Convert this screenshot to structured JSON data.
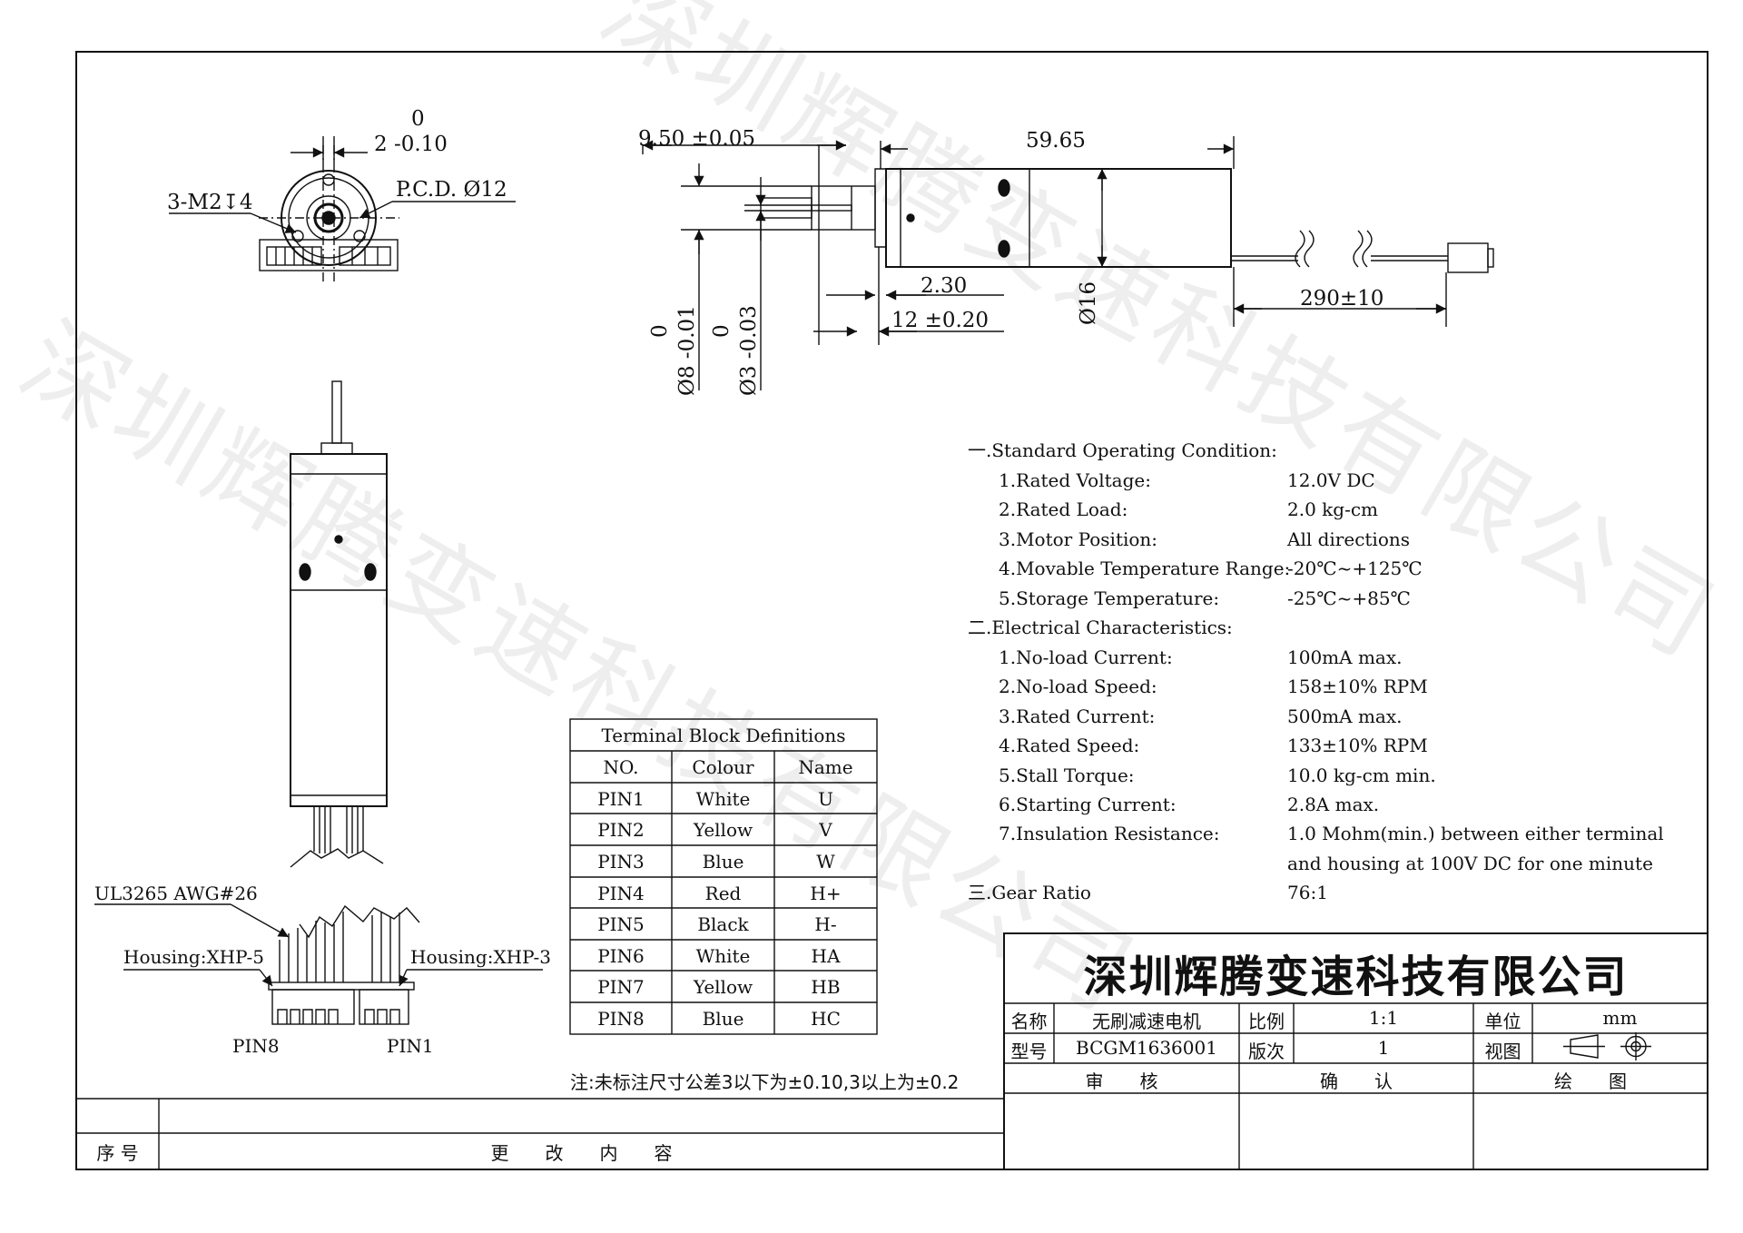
{
  "watermark": "深圳辉腾变速科技有限公司",
  "dimensions": {
    "slot_tol_upper": "0",
    "slot_width": "2 -0.10",
    "pcd": "P.C.D. Ø12",
    "screw_holes": "3-M2↧4",
    "shaft_length": "9.50 ±0.05",
    "body_length": "59.65",
    "flange_len": "2.30",
    "boss_len": "12 ±0.20",
    "body_dia": "Ø16",
    "lead_len": "290±10",
    "boss_dia_upper": "0",
    "boss_dia": "Ø8 -0.01",
    "shaft_dia_upper": "0",
    "shaft_dia": "Ø3 -0.03"
  },
  "wiring": {
    "cable": "UL3265 AWG#26",
    "housing_left": "Housing:XHP-5",
    "housing_right": "Housing:XHP-3",
    "pin_left": "PIN8",
    "pin_right": "PIN1"
  },
  "specs": {
    "section1": "一.Standard Operating Condition:",
    "section2": "二.Electrical Characteristics:",
    "section3": "三.Gear Ratio",
    "gear_ratio": "76:1",
    "s1": [
      {
        "label": "1.Rated Voltage:",
        "value": "12.0V DC"
      },
      {
        "label": "2.Rated Load:",
        "value": "2.0 kg-cm"
      },
      {
        "label": "3.Motor Position:",
        "value": "All directions"
      },
      {
        "label": "4.Movable Temperature Range:",
        "value": "-20℃~+125℃"
      },
      {
        "label": "5.Storage Temperature:",
        "value": "-25℃~+85℃"
      }
    ],
    "s2": [
      {
        "label": "1.No-load Current:",
        "value": "100mA max."
      },
      {
        "label": "2.No-load Speed:",
        "value": "158±10% RPM"
      },
      {
        "label": "3.Rated Current:",
        "value": "500mA max."
      },
      {
        "label": "4.Rated Speed:",
        "value": "133±10% RPM"
      },
      {
        "label": "5.Stall Torque:",
        "value": "10.0 kg-cm min."
      },
      {
        "label": "6.Starting Current:",
        "value": "2.8A max."
      },
      {
        "label": "7.Insulation Resistance:",
        "value": "1.0 Mohm(min.) between either terminal"
      }
    ],
    "s2_cont": "and housing at 100V DC for one minute"
  },
  "terminal_table": {
    "title": "Terminal Block Definitions",
    "headers": [
      "NO.",
      "Colour",
      "Name"
    ],
    "rows": [
      [
        "PIN1",
        "White",
        "U"
      ],
      [
        "PIN2",
        "Yellow",
        "V"
      ],
      [
        "PIN3",
        "Blue",
        "W"
      ],
      [
        "PIN4",
        "Red",
        "H+"
      ],
      [
        "PIN5",
        "Black",
        "H-"
      ],
      [
        "PIN6",
        "White",
        "HA"
      ],
      [
        "PIN7",
        "Yellow",
        "HB"
      ],
      [
        "PIN8",
        "Blue",
        "HC"
      ]
    ]
  },
  "note": "注:未标注尺寸公差3以下为±0.10,3以上为±0.2",
  "title_block": {
    "company": "深圳辉腾变速科技有限公司",
    "name_label": "名称",
    "name_value": "无刷减速电机",
    "ratio_label": "比例",
    "ratio_value": "1:1",
    "unit_label": "单位",
    "unit_value": "mm",
    "model_label": "型号",
    "model_value": "BCGM1636001",
    "version_label": "版次",
    "version_value": "1",
    "view_label": "视图",
    "review": "审　　核",
    "confirm": "确　　认",
    "drawing": "绘　　图"
  },
  "revision": {
    "seq_label": "序 号",
    "content_label": "更　　改　　内　　容"
  }
}
